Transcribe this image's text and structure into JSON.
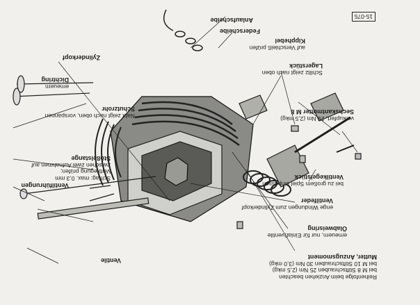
{
  "figure_number": "15-075",
  "labels": {
    "ventile": {
      "title": "Ventile"
    },
    "ventilfuehrungen": {
      "title": "Ventilführungen"
    },
    "stoesselstange": {
      "title": "Stößelstange",
      "lines": [
        "zwischen zwei Aufnahmen auf",
        "Verbiegung prüfen;",
        "Schlag: max. 0,3 mm"
      ]
    },
    "schutzrohr": {
      "title": "Schutzrohr",
      "lines": [
        "Naht zeigt nach oben, vorspannen"
      ]
    },
    "dichtring": {
      "title": "Dichtring",
      "lines": [
        "erneuern"
      ]
    },
    "zylinderkopf": {
      "title": "Zylinderkopf"
    },
    "anlaufscheibe": {
      "title": "Anlaufscheibe"
    },
    "federscheibe": {
      "title": "Federscheibe"
    },
    "kipphebel": {
      "title": "Kipphebel",
      "lines": [
        "auf Verschleiß prüfen"
      ]
    },
    "lagerstueck": {
      "title": "Lagerstück",
      "lines": [
        "Schlitz zeigt nach oben"
      ]
    },
    "sechskantmutter": {
      "title": "Sechskantmutter M 8",
      "lines": [
        "verkupfert, 25 Nm (2,5 mkg)"
      ]
    },
    "ventilkegelstueck": {
      "title": "Ventilkegelstück",
      "lines": [
        "bei zu großem Spiel einpassen"
      ]
    },
    "ventilfeder": {
      "title": "Ventilfeder",
      "lines": [
        "enge Windungen zum Zylinderkopf"
      ]
    },
    "oelabweisring": {
      "title": "Ölabweisring",
      "lines": [
        "erneuern, nur für Einlaßventile"
      ]
    },
    "mutter": {
      "title": "Mutter, Anzugsmoment",
      "lines": [
        "bei M 10 Stiftschrauben 30 Nm (3,0 mkg)",
        "bei M 8 Stiftschrauben 25 Nm (2,5 mkg)",
        "Reihenfolge beim Anziehen beachten"
      ]
    }
  }
}
